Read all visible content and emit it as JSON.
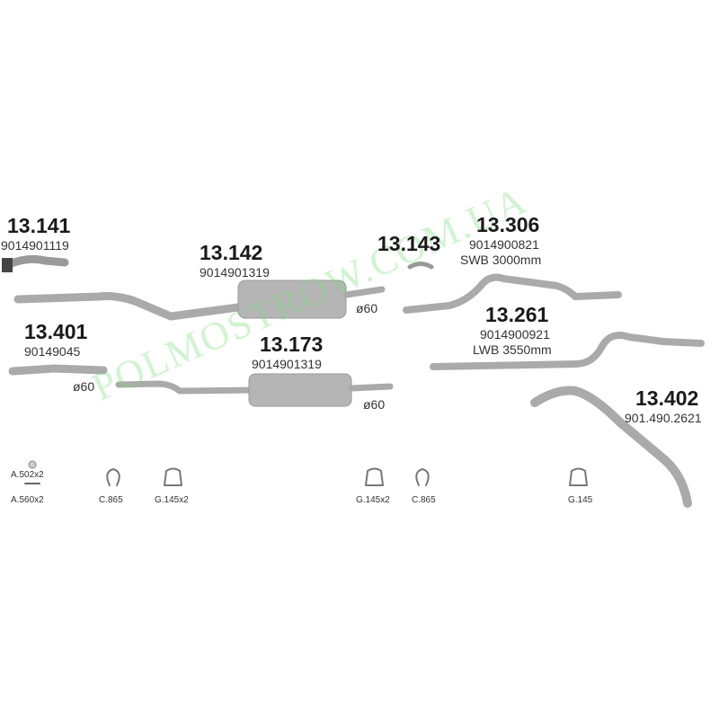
{
  "parts": [
    {
      "code": "13.141",
      "number": "9014901119"
    },
    {
      "code": "13.142",
      "number": "9014901319",
      "diameter": "ø60"
    },
    {
      "code": "13.401",
      "number": "90149045",
      "diameter": "ø60"
    },
    {
      "code": "13.173",
      "number": "9014901319",
      "diameter": "ø60"
    },
    {
      "code": "13.143"
    },
    {
      "code": "13.306",
      "number": "9014900821",
      "note": "SWB 3000mm"
    },
    {
      "code": "13.261",
      "number": "9014900921",
      "note": "LWB 3550mm"
    },
    {
      "code": "13.402",
      "number": "901.490.2621"
    }
  ],
  "accessories": [
    "A.502x2",
    "A.560x2",
    "C.865",
    "G.145x2",
    "G.145x2",
    "C.865",
    "G.145"
  ],
  "watermark": "POLMOSTROW.COM.UA"
}
